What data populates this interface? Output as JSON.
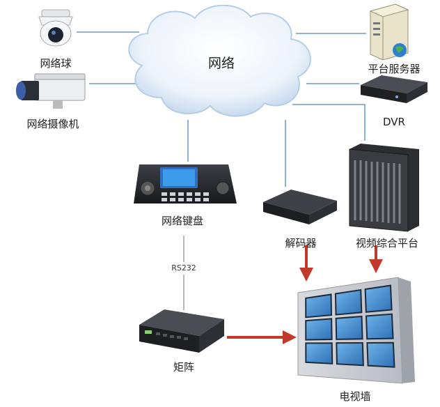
{
  "network": {
    "label": "网络"
  },
  "nodes": {
    "network_dome_camera": "网络球",
    "network_camera": "网络摄像机",
    "platform_server": "平台服务器",
    "dvr": "DVR",
    "network_keyboard": "网络键盘",
    "decoder": "解码器",
    "video_platform": "视频综合平台",
    "matrix": "矩阵",
    "video_wall": "电视墙"
  },
  "links": {
    "keyboard_to_matrix": "RS232"
  },
  "colors": {
    "network_line": "#6a9bd0",
    "signal_arrow": "#c0392b",
    "wall_screen": "#3f86c9"
  },
  "icons": [
    "cloud-icon",
    "dome-camera-icon",
    "box-camera-icon",
    "server-icon",
    "dvr-icon",
    "keyboard-controller-icon",
    "decoder-icon",
    "rack-chassis-icon",
    "matrix-switch-icon",
    "video-wall-icon"
  ]
}
